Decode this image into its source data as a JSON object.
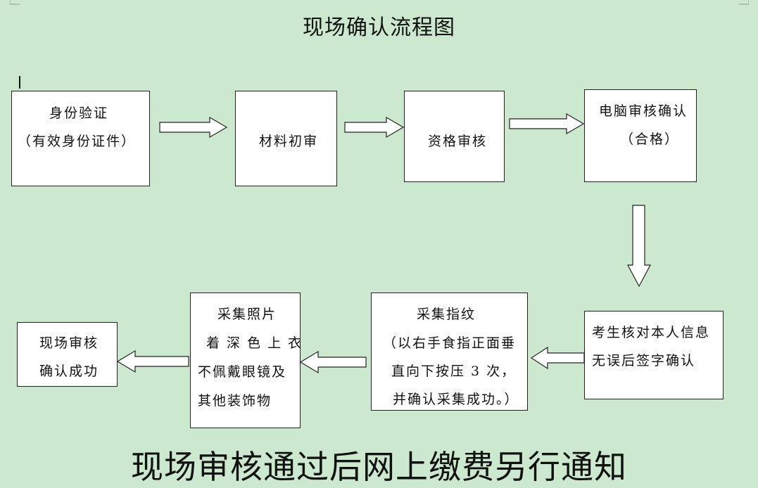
{
  "title": "现场确认流程图",
  "steps": [
    {
      "id": "identity",
      "lines": [
        "身份验证",
        "（有效身份证件）"
      ]
    },
    {
      "id": "materials",
      "lines": [
        "材料初审"
      ]
    },
    {
      "id": "qualification",
      "lines": [
        "资格审核"
      ]
    },
    {
      "id": "computer",
      "lines": [
        "电脑审核确认",
        "（合格）"
      ]
    },
    {
      "id": "sign",
      "lines": [
        "考生核对本人信息",
        "无误后签字确认"
      ]
    },
    {
      "id": "fingerprint",
      "lines": [
        "采集指纹",
        "（以右手食指正面垂",
        "直向下按压 3 次，",
        "并确认采集成功。）"
      ]
    },
    {
      "id": "photo",
      "lines": [
        "采集照片",
        "着 深 色 上 衣",
        "不佩戴眼镜及",
        "其他装饰物"
      ]
    },
    {
      "id": "success",
      "lines": [
        "现场审核",
        "确认成功"
      ]
    }
  ],
  "footer": "现场审核通过后网上缴费另行通知"
}
